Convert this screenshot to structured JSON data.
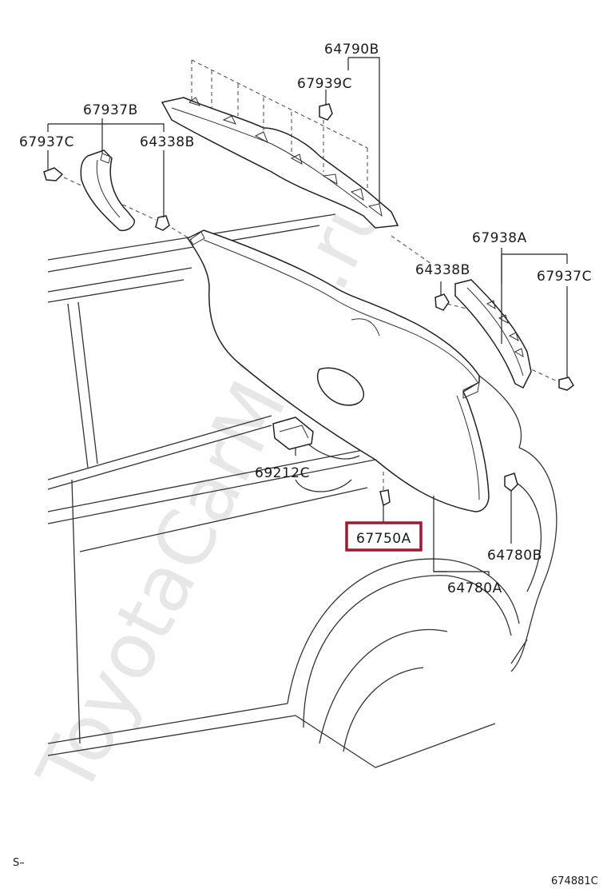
{
  "watermark": "ToyotaCarMine.ru",
  "highlight_color": "#9b1b30",
  "labels": {
    "p64790B": "64790B",
    "p67939C": "67939C",
    "p67937B": "67937B",
    "p67937C_left": "67937C",
    "p64338B_left": "64338B",
    "p67938A": "67938A",
    "p64338B_right": "64338B",
    "p67937C_right": "67937C",
    "p69212C": "69212C",
    "p67750A": "67750A",
    "p64780B": "64780B",
    "p64780A": "64780A"
  },
  "footer": {
    "left_mark": "S–",
    "diagram_code": "674881C"
  }
}
